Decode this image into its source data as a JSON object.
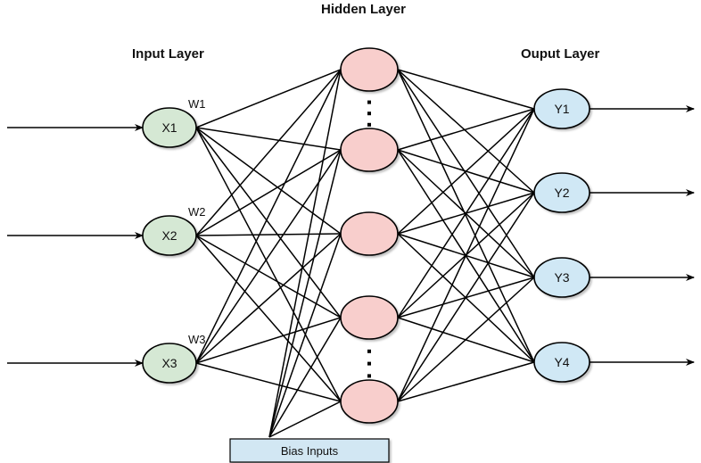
{
  "titles": {
    "input_layer": "Input Layer",
    "hidden_layer": "Hidden Layer",
    "output_layer": "Ouput Layer"
  },
  "input_nodes": [
    {
      "label": "X1",
      "weight": "W1"
    },
    {
      "label": "X2",
      "weight": "W2"
    },
    {
      "label": "X3",
      "weight": "W3"
    }
  ],
  "hidden_nodes_count": 5,
  "output_nodes": [
    {
      "label": "Y1"
    },
    {
      "label": "Y2"
    },
    {
      "label": "Y3"
    },
    {
      "label": "Y4"
    }
  ],
  "bias": {
    "label": "Bias Inputs"
  },
  "colors": {
    "input_fill": "#d5e8d4",
    "hidden_fill": "#f8cecc",
    "output_fill": "#d0e8f5",
    "bias_fill": "#d2e7f3",
    "line": "#000000"
  }
}
